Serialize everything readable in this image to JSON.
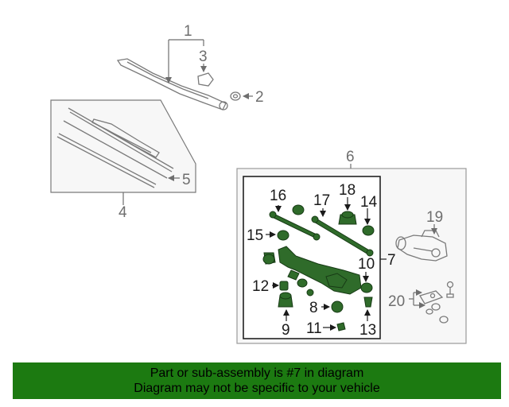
{
  "callouts": {
    "c1": "1",
    "c2": "2",
    "c3": "3",
    "c4": "4",
    "c5": "5",
    "c6": "6",
    "c7": "7",
    "c8": "8",
    "c9": "9",
    "c10": "10",
    "c11": "11",
    "c12": "12",
    "c13": "13",
    "c14": "14",
    "c15": "15",
    "c16": "16",
    "c17": "17",
    "c18": "18",
    "c19": "19",
    "c20": "20"
  },
  "colors": {
    "highlight_part": "#2f6b2a",
    "footer_bg": "#1c7a11",
    "line_gray": "#7a7a7a"
  },
  "footer": {
    "line1": "Part or sub-assembly is #7 in diagram",
    "line2": "Diagram may not be specific to your vehicle"
  }
}
